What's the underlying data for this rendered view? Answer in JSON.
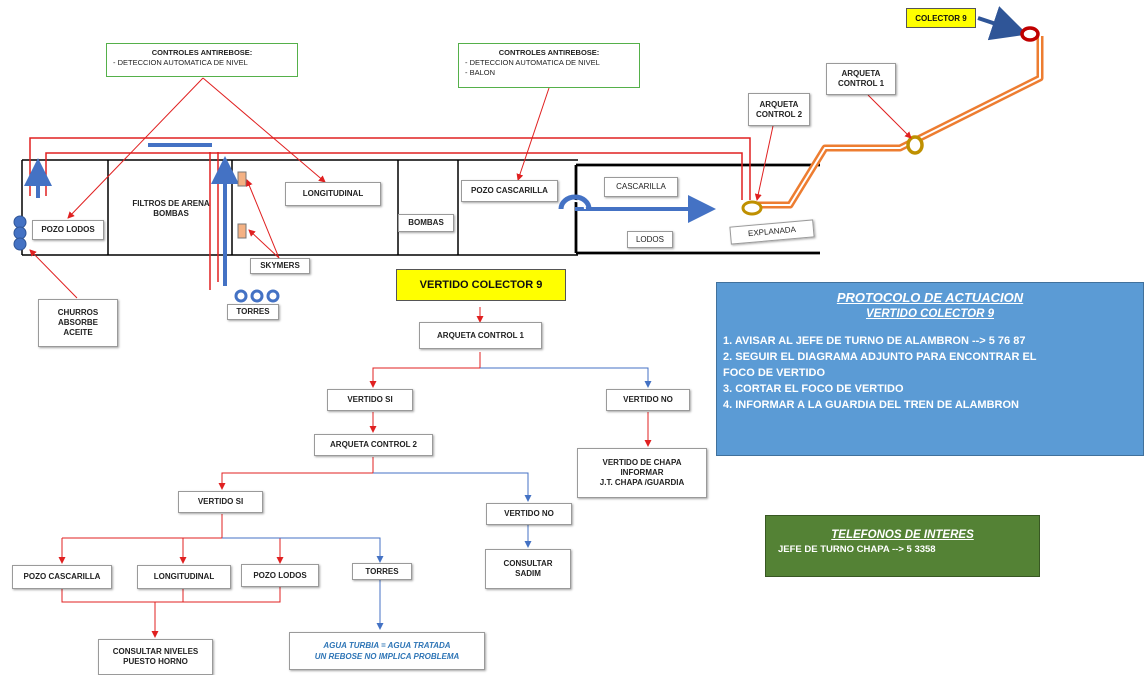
{
  "plant": {
    "colector_label": "COLECTOR 9",
    "arqueta1_label": "ARQUETA\nCONTROL 1",
    "arqueta2_label": "ARQUETA\nCONTROL 2",
    "control_left": {
      "title": "CONTROLES ANTIREBOSE:",
      "items": [
        "- DETECCION AUTOMATICA DE NIVEL"
      ]
    },
    "control_right": {
      "title": "CONTROLES ANTIREBOSE:",
      "items": [
        "- DETECCION AUTOMATICA DE NIVEL",
        "- BALON"
      ]
    },
    "pozo_lodos": "POZO LODOS",
    "filtros": "FILTROS DE ARENA\nBOMBAS",
    "longitudinal": "LONGITUDINAL",
    "bombas": "BOMBAS",
    "pozo_cascarilla": "POZO CASCARILLA",
    "cascarilla": "CASCARILLA",
    "lodos": "LODOS",
    "explanada": "EXPLANADA",
    "skymers": "SKYMERS",
    "torres": "TORRES",
    "churros": "CHURROS\nABSORBE\nACEITE"
  },
  "flow": {
    "title": "VERTIDO COLECTOR 9",
    "arqueta1": "ARQUETA CONTROL 1",
    "vertido_si_1": "VERTIDO SI",
    "vertido_no_1": "VERTIDO NO",
    "chapa": "VERTIDO DE CHAPA\nINFORMAR\nJ.T. CHAPA /GUARDIA",
    "arqueta2": "ARQUETA CONTROL 2",
    "vertido_si_2": "VERTIDO SI",
    "vertido_no_2": "VERTIDO NO",
    "sadim": "CONSULTAR\nSADIM",
    "pozo_cascarilla": "POZO CASCARILLA",
    "longitudinal": "LONGITUDINAL",
    "pozo_lodos": "POZO LODOS",
    "torres": "TORRES",
    "niveles": "CONSULTAR NIVELES\nPUESTO HORNO",
    "agua_1": "AGUA TURBIA = AGUA TRATADA",
    "agua_2": "UN REBOSE NO IMPLICA PROBLEMA"
  },
  "protocol": {
    "title": "PROTOCOLO DE ACTUACION",
    "subtitle": "VERTIDO COLECTOR 9",
    "steps": [
      "1. AVISAR AL JEFE DE TURNO DE ALAMBRON --> 5 76 87",
      "2. SEGUIR EL DIAGRAMA ADJUNTO PARA ENCONTRAR      EL",
      "FOCO DE VERTIDO",
      "3. CORTAR EL FOCO DE VERTIDO",
      "4. INFORMAR A LA GUARDIA DEL TREN DE ALAMBRON"
    ]
  },
  "phones": {
    "title": "TELEFONOS DE INTERES",
    "entry": "JEFE DE TURNO CHAPA --> 5 3358"
  },
  "colors": {
    "red": "#e02020",
    "blue": "#4472c4",
    "orange": "#ed7d31",
    "yellow": "#ffff00",
    "protocol_bg": "#5b9bd5",
    "phones_bg": "#548235"
  }
}
